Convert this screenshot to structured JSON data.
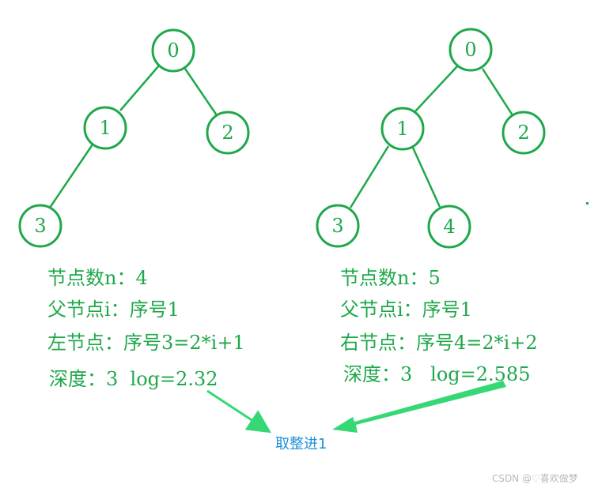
{
  "colors": {
    "tree_green": "#1ea84a",
    "arrow_green": "#36d876",
    "result_blue": "#1e8fd8",
    "watermark_gray": "#b8b8b8"
  },
  "left_tree": {
    "nodes": [
      "0",
      "1",
      "2",
      "3"
    ],
    "info": {
      "node_count": "节点数n：4",
      "parent": "父节点i：序号1",
      "child": "左节点：序号3=2*i+1",
      "depth": "深度：3  log=2.32"
    }
  },
  "right_tree": {
    "nodes": [
      "0",
      "1",
      "2",
      "3",
      "4"
    ],
    "info": {
      "node_count": "节点数n：5",
      "parent": "父节点i：序号1",
      "child": "右节点：序号4=2*i+2",
      "depth": "深度：3   log=2.585"
    }
  },
  "result_label": "取整进1",
  "watermark": "CSDN @♡喜欢做梦"
}
